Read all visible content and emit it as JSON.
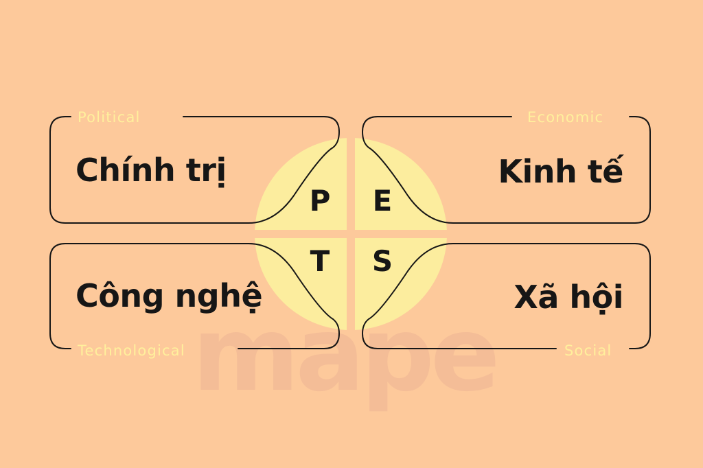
{
  "colors": {
    "background": "#FDC99B",
    "outline": "#161616",
    "circle": "#FBF39F",
    "subtitle": "#FFF09C",
    "watermark": "#F2B996"
  },
  "quadrants": {
    "political": {
      "title": "Chính trị",
      "subtitle": "Political",
      "letter": "P"
    },
    "economic": {
      "title": "Kinh tế",
      "subtitle": "Economic",
      "letter": "E"
    },
    "technological": {
      "title": "Công nghệ",
      "subtitle": "Technological",
      "letter": "T"
    },
    "social": {
      "title": "Xã hội",
      "subtitle": "Social",
      "letter": "S"
    }
  },
  "watermark": {
    "text": "mape"
  }
}
